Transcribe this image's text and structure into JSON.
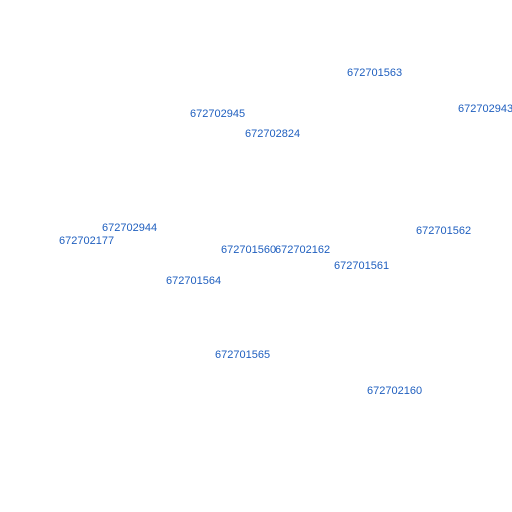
{
  "colors": {
    "background": "#ffffff",
    "label": "#1f5fbf"
  },
  "labels": [
    {
      "id": "672701563"
    },
    {
      "id": "672702943"
    },
    {
      "id": "672702945"
    },
    {
      "id": "672702824"
    },
    {
      "id": "672702944"
    },
    {
      "id": "672702177"
    },
    {
      "id": "672701562"
    },
    {
      "id": "672701560"
    },
    {
      "id": "672702162"
    },
    {
      "id": "672701561"
    },
    {
      "id": "672701564"
    },
    {
      "id": "672701565"
    },
    {
      "id": "672702160"
    }
  ]
}
